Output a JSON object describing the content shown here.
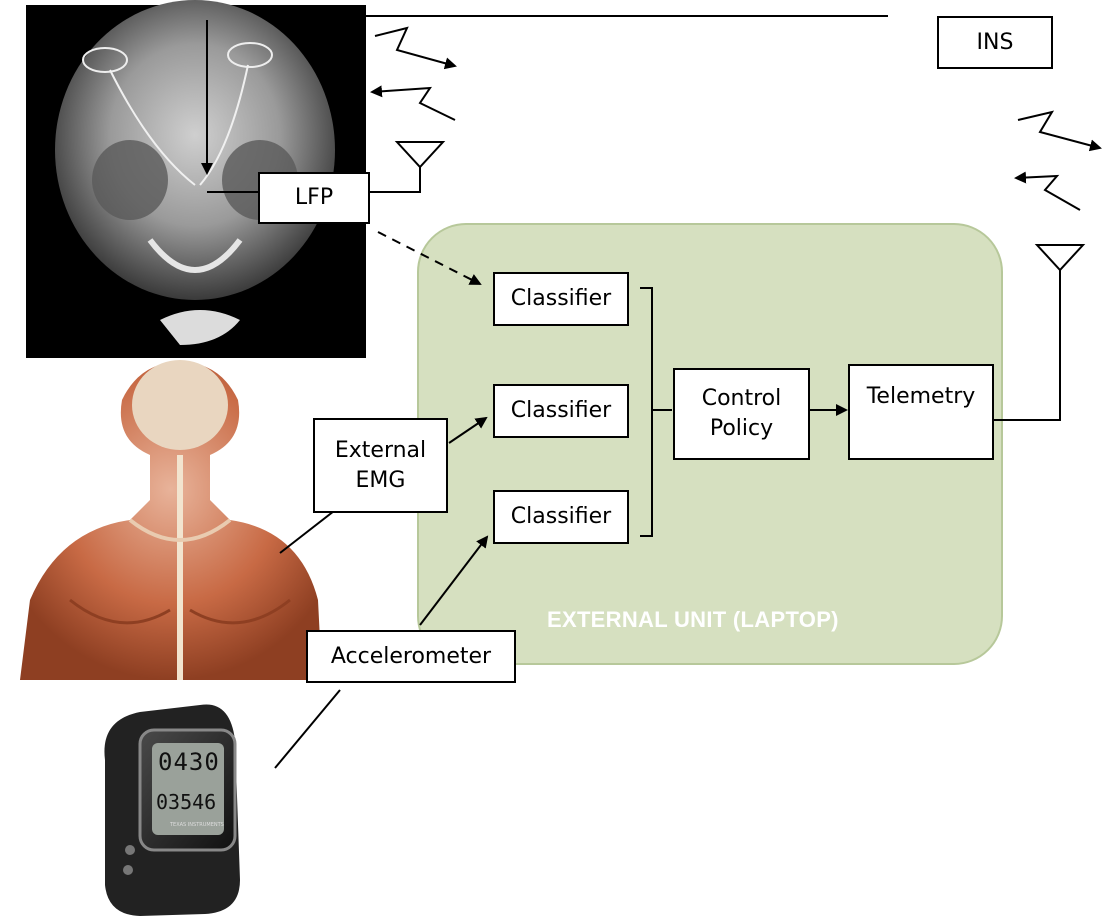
{
  "diagram": {
    "blocks": {
      "ins": "INS",
      "lfp": "LFP",
      "classifier_1": "Classifier",
      "classifier_2": "Classifier",
      "classifier_3": "Classifier",
      "control_policy": "Control\nPolicy",
      "telemetry": "Telemetry",
      "external_emg": "External\nEMG",
      "accelerometer": "Accelerometer"
    },
    "external_unit_label": "EXTERNAL UNIT (LAPTOP)",
    "watch_display": {
      "line_1": "0430",
      "line_2": "03546",
      "brand": "TEXAS INSTRUMENTS"
    },
    "colors": {
      "external_unit_fill": "#d6e0c0",
      "external_unit_border": "#b7c89a",
      "xray_background": "#000000",
      "muscle": "#c86a45"
    },
    "images": [
      "skull-xray-image",
      "back-muscle-anatomy-image",
      "sport-watch-image"
    ]
  }
}
